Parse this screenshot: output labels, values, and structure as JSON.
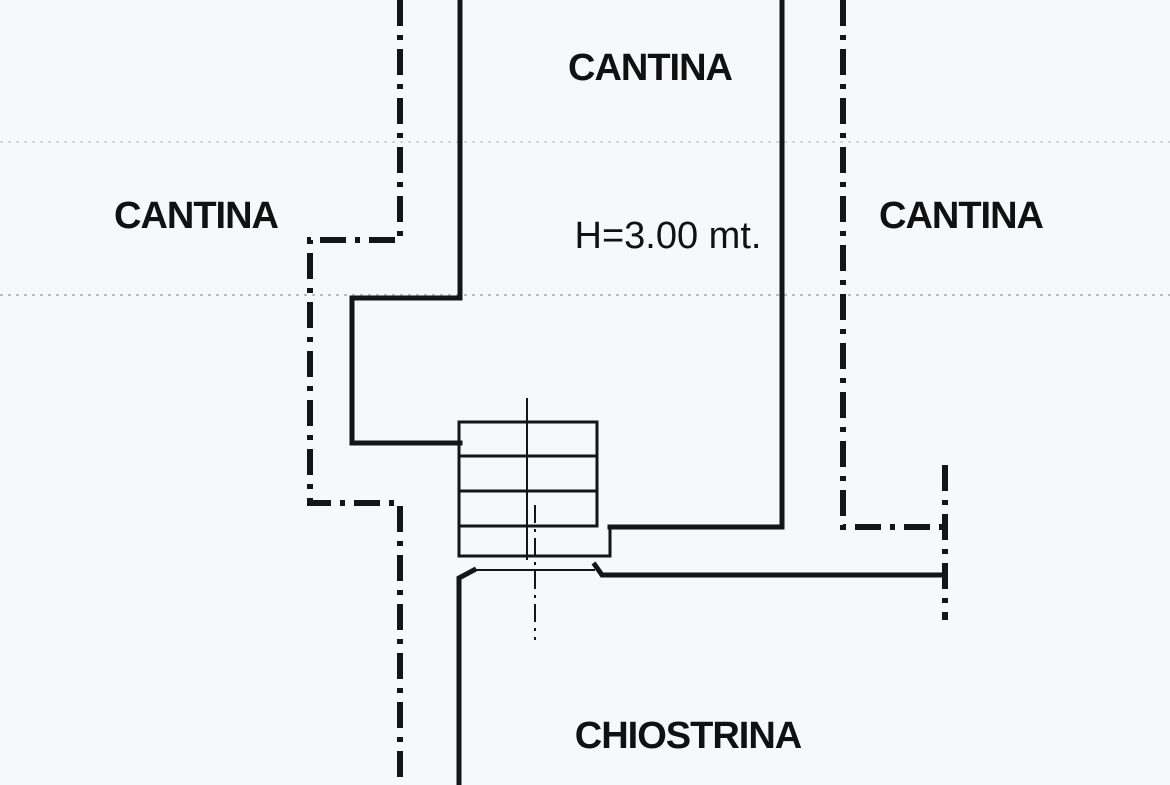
{
  "plan": {
    "labels": {
      "cantina_top": "CANTINA",
      "cantina_left": "CANTINA",
      "cantina_right": "CANTINA",
      "height_note": "H=3.00 mt.",
      "chiostrina": "CHIOSTRINA"
    }
  }
}
